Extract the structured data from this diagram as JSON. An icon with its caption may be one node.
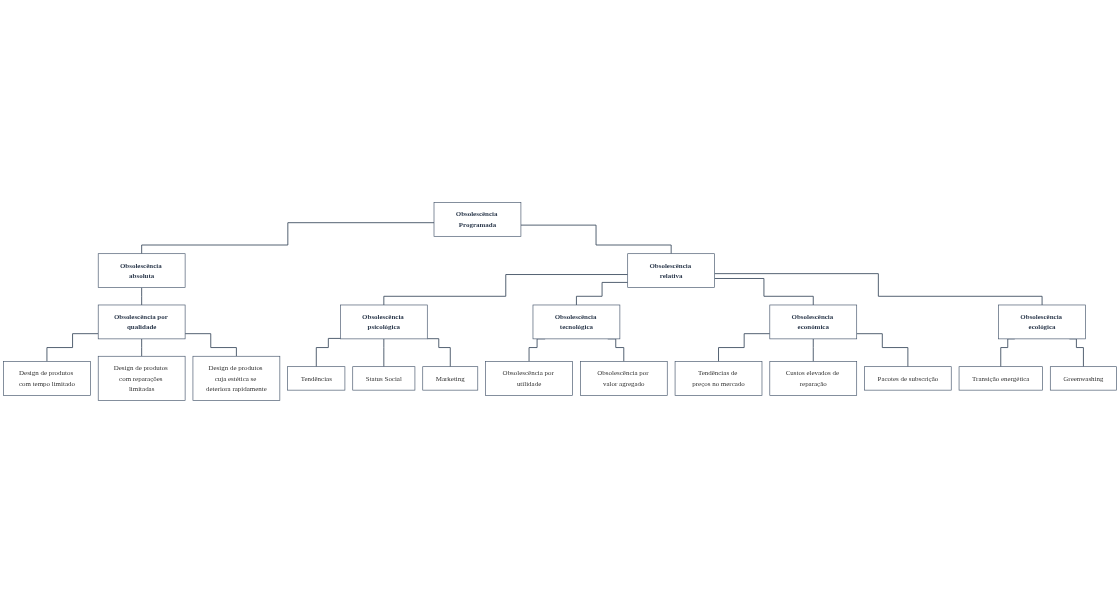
{
  "diagram": {
    "nodes": [
      {
        "text": [
          "Obsolescência Programada"
        ]
      },
      {
        "text": [
          "Obsolescência absoluta"
        ]
      },
      {
        "text": [
          "Obsolescência relativa"
        ]
      },
      {
        "text": [
          "Obsolescência por qualidade"
        ]
      },
      {
        "text": [
          "Obsolescência psicológica"
        ]
      },
      {
        "text": [
          "Obsolescência tecnológica"
        ]
      },
      {
        "text": [
          "Obsolescência económica"
        ]
      },
      {
        "text": [
          "Obsolescência ecológica"
        ]
      },
      {
        "text": [
          "Design de produtos com tempo limitado"
        ]
      },
      {
        "text": [
          "Design de produtos com reparações limitadas"
        ]
      },
      {
        "text": [
          "Design de produtos cuja estética se deteriora rapidamente"
        ]
      },
      {
        "text": [
          "Tendências"
        ]
      },
      {
        "text": [
          "Status Social"
        ]
      },
      {
        "text": [
          "Marketing"
        ]
      },
      {
        "text": [
          "Obsolescência por utilidade"
        ]
      },
      {
        "text": [
          "Obsolescência por valor agregado"
        ]
      },
      {
        "text": [
          "Tendências de preços no mercado"
        ]
      },
      {
        "text": [
          "Custos elevados de reparação"
        ]
      },
      {
        "text": [
          "Pacotes de subscrição"
        ]
      },
      {
        "text": [
          "Transição energética"
        ]
      },
      {
        "text": [
          "Greenwashing"
        ]
      }
    ],
    "edges": [
      {
        "from": 0,
        "to": 1,
        "arrow": "none"
      },
      {
        "from": 0,
        "to": 2,
        "arrow": "none"
      },
      {
        "from": 1,
        "to": 3,
        "arrow": "none"
      },
      {
        "from": 2,
        "to": 4,
        "arrow": "none"
      },
      {
        "from": 2,
        "to": 5,
        "arrow": "none"
      },
      {
        "from": 2,
        "to": 6,
        "arrow": "none"
      },
      {
        "from": 2,
        "to": 7,
        "arrow": "none"
      },
      {
        "from": 3,
        "to": 8,
        "arrow": "none"
      },
      {
        "from": 3,
        "to": 9,
        "arrow": "none"
      },
      {
        "from": 3,
        "to": 10,
        "arrow": "none"
      },
      {
        "from": 4,
        "to": 11,
        "arrow": "none"
      },
      {
        "from": 4,
        "to": 12,
        "arrow": "none"
      },
      {
        "from": 4,
        "to": 13,
        "arrow": "none"
      },
      {
        "from": 5,
        "to": 14,
        "arrow": "none"
      },
      {
        "from": 5,
        "to": 15,
        "arrow": "none"
      },
      {
        "from": 6,
        "to": 16,
        "arrow": "none"
      },
      {
        "from": 6,
        "to": 17,
        "arrow": "none"
      },
      {
        "from": 6,
        "to": 18,
        "arrow": "none"
      },
      {
        "from": 7,
        "to": 19,
        "arrow": "none"
      },
      {
        "from": 7,
        "to": 20,
        "arrow": "none"
      }
    ]
  }
}
